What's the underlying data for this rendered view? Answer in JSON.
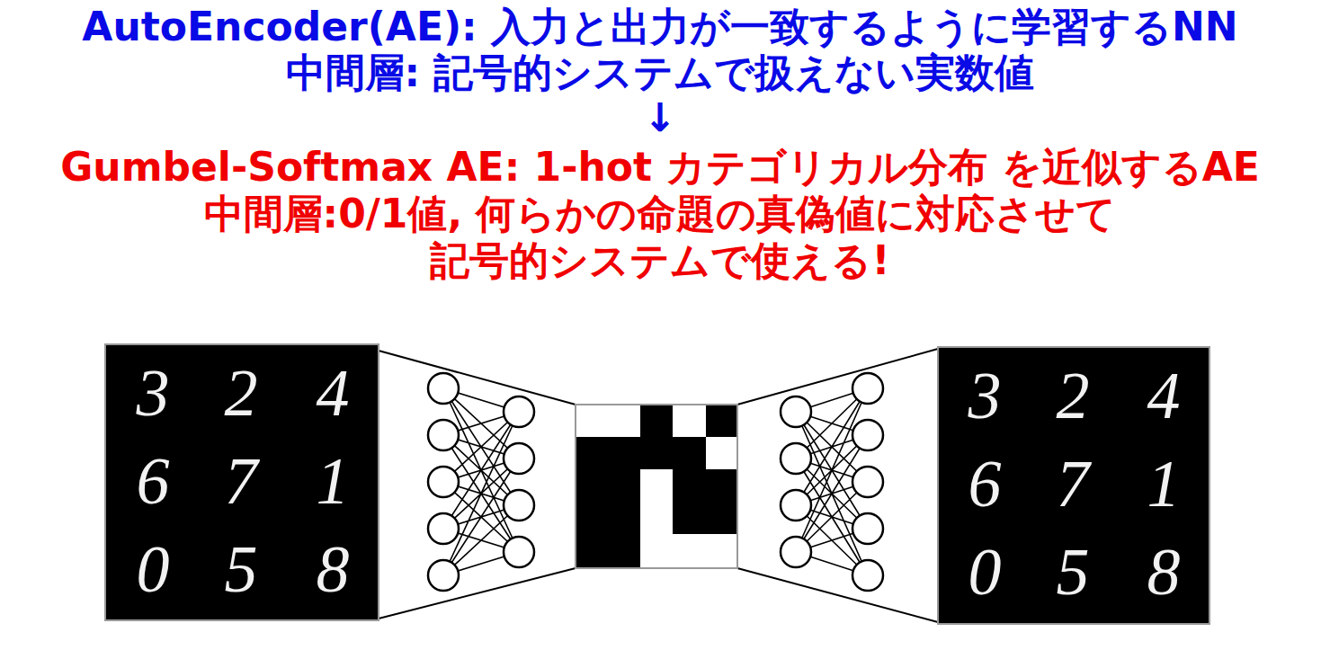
{
  "diagram": {
    "labels": [
      "AutoEncoder(AE): 入力と出力が一致するように学習するNN",
      "中間層: 記号的システムで扱えない実数値",
      "↓",
      "Gumbel-Softmax AE: 1-hot カテゴリカル分布 を近似するAE",
      "中間層:0/1値, 何らかの命題の真偽値に対応させて",
      "記号的システムで使える!",
      "3",
      "2",
      "4",
      "6",
      "7",
      "1",
      "0",
      "5",
      "8",
      "3",
      "2",
      "4",
      "6",
      "7",
      "1",
      "0",
      "5",
      "8"
    ]
  }
}
